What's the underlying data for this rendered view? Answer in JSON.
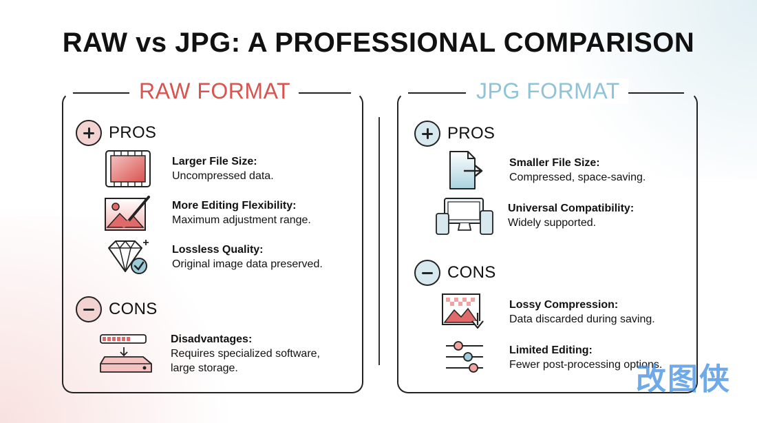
{
  "title": "RAW vs JPG: A PROFESSIONAL COMPARISON",
  "colors": {
    "raw_accent": "#d9534f",
    "jpg_accent": "#8fc3d6",
    "icon_red": "#e06a6a",
    "icon_blue": "#9ecbd8"
  },
  "raw": {
    "header": "RAW FORMAT",
    "pros_label": "PROS",
    "pros": [
      {
        "icon": "sensor-icon",
        "title": "Larger File Size:",
        "desc": "Uncompressed data."
      },
      {
        "icon": "image-brush-icon",
        "title": "More Editing Flexibility:",
        "desc": "Maximum adjustment range."
      },
      {
        "icon": "diamond-check-icon",
        "title": "Lossless Quality:",
        "desc": "Original image data preserved."
      }
    ],
    "cons_label": "CONS",
    "cons": [
      {
        "icon": "storage-drive-icon",
        "title": "Disadvantages:",
        "desc": "Requires specialized software,",
        "desc2": "large storage."
      }
    ]
  },
  "jpg": {
    "header": "JPG FORMAT",
    "pros_label": "PROS",
    "pros": [
      {
        "icon": "file-arrow-icon",
        "title": "Smaller File Size:",
        "desc": "Compressed, space-saving."
      },
      {
        "icon": "devices-icon",
        "title": "Universal Compatibility:",
        "desc": "Widely supported."
      }
    ],
    "cons_label": "CONS",
    "cons": [
      {
        "icon": "pixelated-image-icon",
        "title": "Lossy Compression:",
        "desc": "Data discarded during saving."
      },
      {
        "icon": "sliders-icon",
        "title": "Limited Editing:",
        "desc": "Fewer post-processing options."
      }
    ]
  },
  "watermark": "改图侠"
}
